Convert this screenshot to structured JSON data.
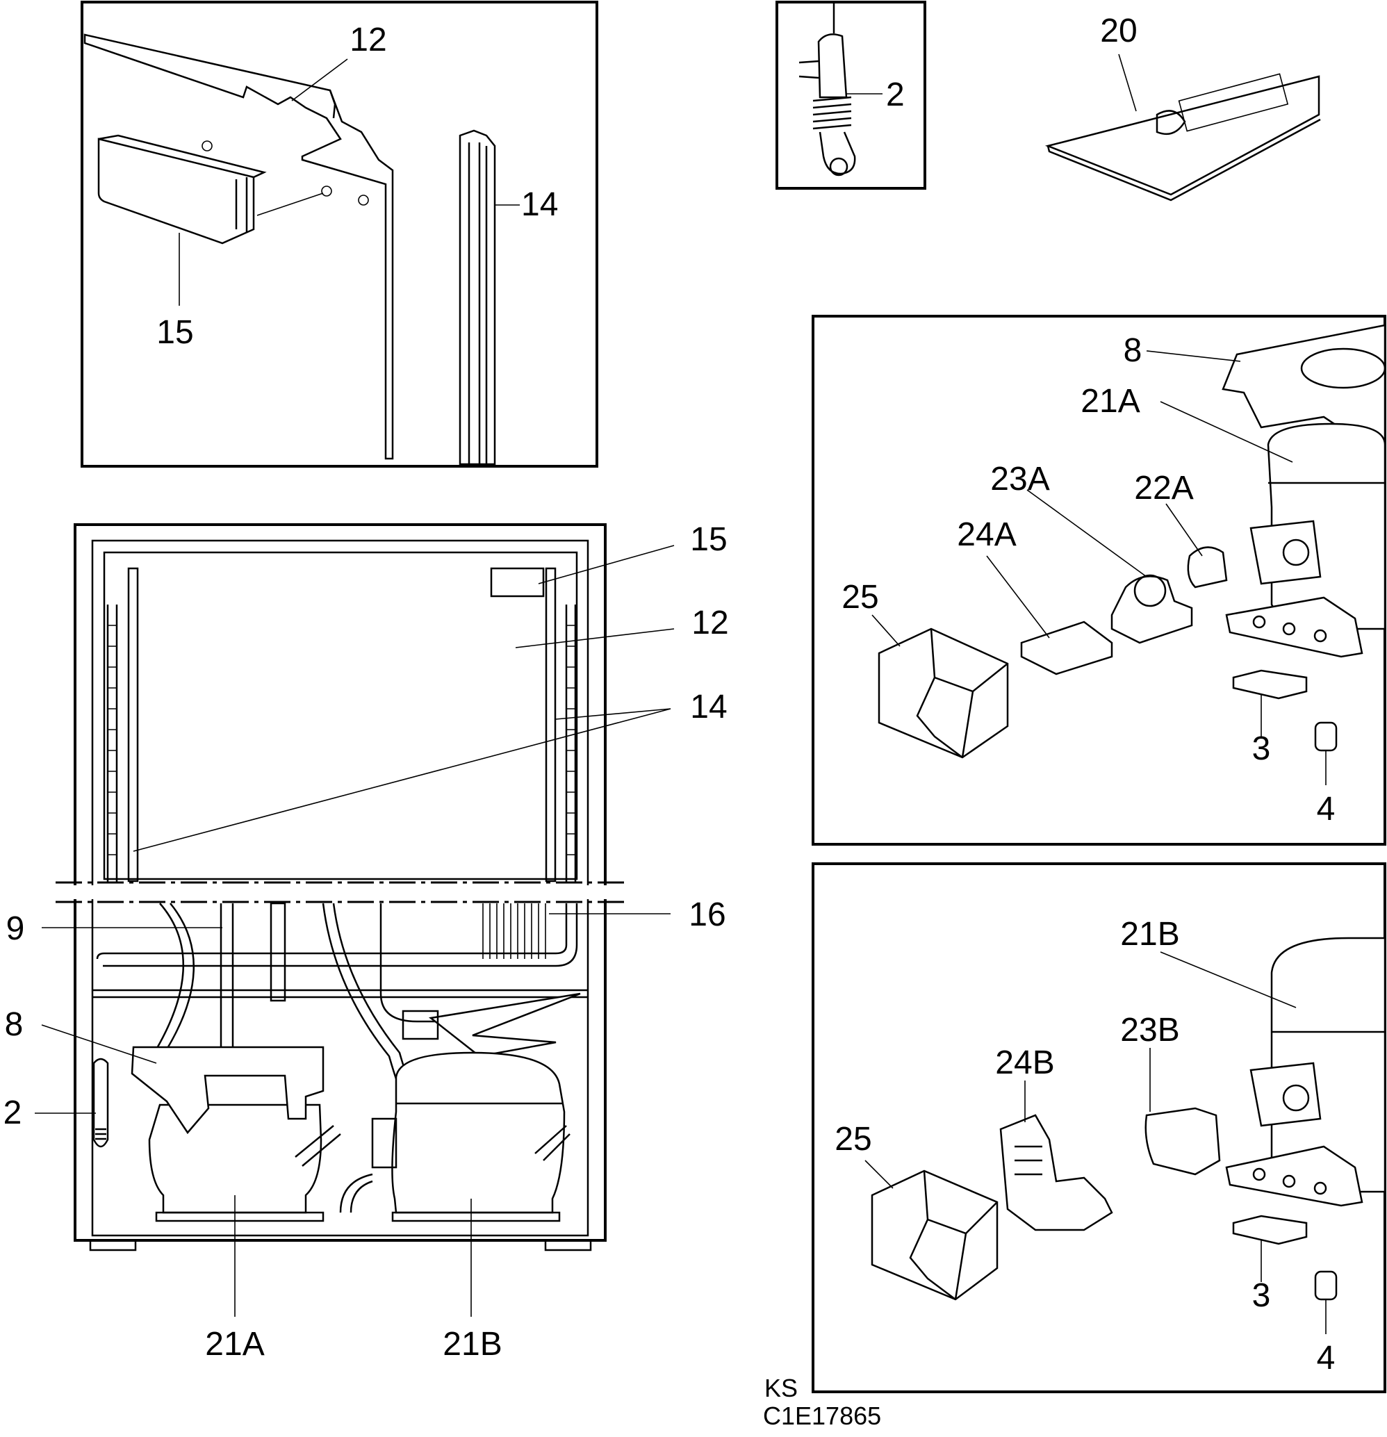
{
  "labels": {
    "door_panel_top": "12",
    "door_gasket_top": "14",
    "door_catch_top": "15",
    "thermostat_bulb_detail": "2",
    "manual": "20",
    "catch_main": "15",
    "panel_main": "12",
    "gasket_main": "14",
    "drip_tray_pipe": "9",
    "condenser": "16",
    "drip_tray_main": "8",
    "bulb_main": "2",
    "compressor_a_main": "21A",
    "compressor_b_main": "21B",
    "tray_a": "8",
    "compressor_a": "21A",
    "relay_a": "23A",
    "overload_a": "22A",
    "clip_a": "24A",
    "cover_a": "25",
    "plate_a": "3",
    "grommet_a": "4",
    "compressor_b": "21B",
    "relay_b": "23B",
    "clip_b": "24B",
    "cover_b": "25",
    "plate_b": "3",
    "grommet_b": "4"
  },
  "footer": {
    "initials": "KS",
    "drawing_code": "C1E17865"
  }
}
